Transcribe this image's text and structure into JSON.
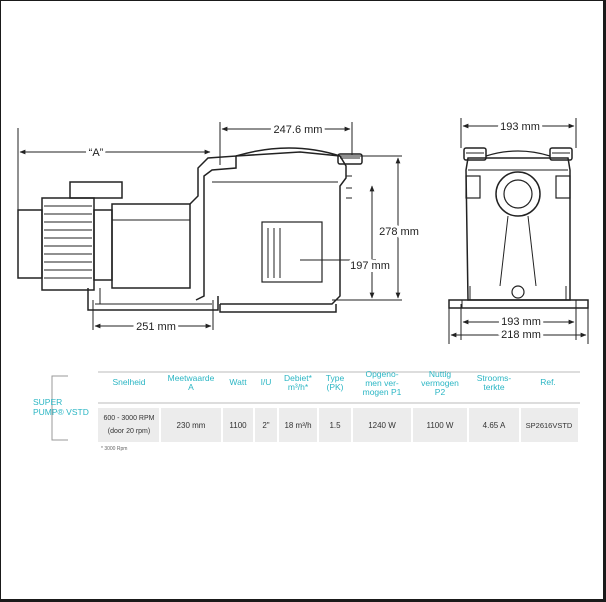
{
  "drawing": {
    "dim_A": "“A”",
    "dim_length": "247.6 mm",
    "dim_base": "251 mm",
    "dim_total_height": "278 mm",
    "dim_inlet_height": "197 mm",
    "dim_front_width_top": "193 mm",
    "dim_front_base_inner": "193 mm",
    "dim_front_base_outer": "218 mm"
  },
  "spec_table": {
    "product_label": "SUPER PUMP® VSTD",
    "headers": [
      "Snelheid",
      "Meetwaarde\nA",
      "Watt",
      "I/U",
      "Debiet*\nm³/h*",
      "Type\n(PK)",
      "Opgeno-\nmen ver-\nmogen P1",
      "Nuttig\nvermogen\nP2",
      "Strooms-\nterkte",
      "Ref."
    ],
    "row": {
      "speed_range": "600 - 3000 RPM",
      "speed_step": "(door 20 rpm)",
      "meetwaarde": "230 mm",
      "watt": "1100",
      "iu": "2\"",
      "debiet": "18 m³/h",
      "type": "1.5",
      "p1": "1240 W",
      "p2": "1100 W",
      "stroomsterkte": "4.65 A",
      "ref": "SP2616VSTD"
    },
    "footnote": "* 3000 Rpm"
  },
  "colors": {
    "accent": "#2bb6c4",
    "row_fill": "#ececec",
    "line": "#222222"
  }
}
